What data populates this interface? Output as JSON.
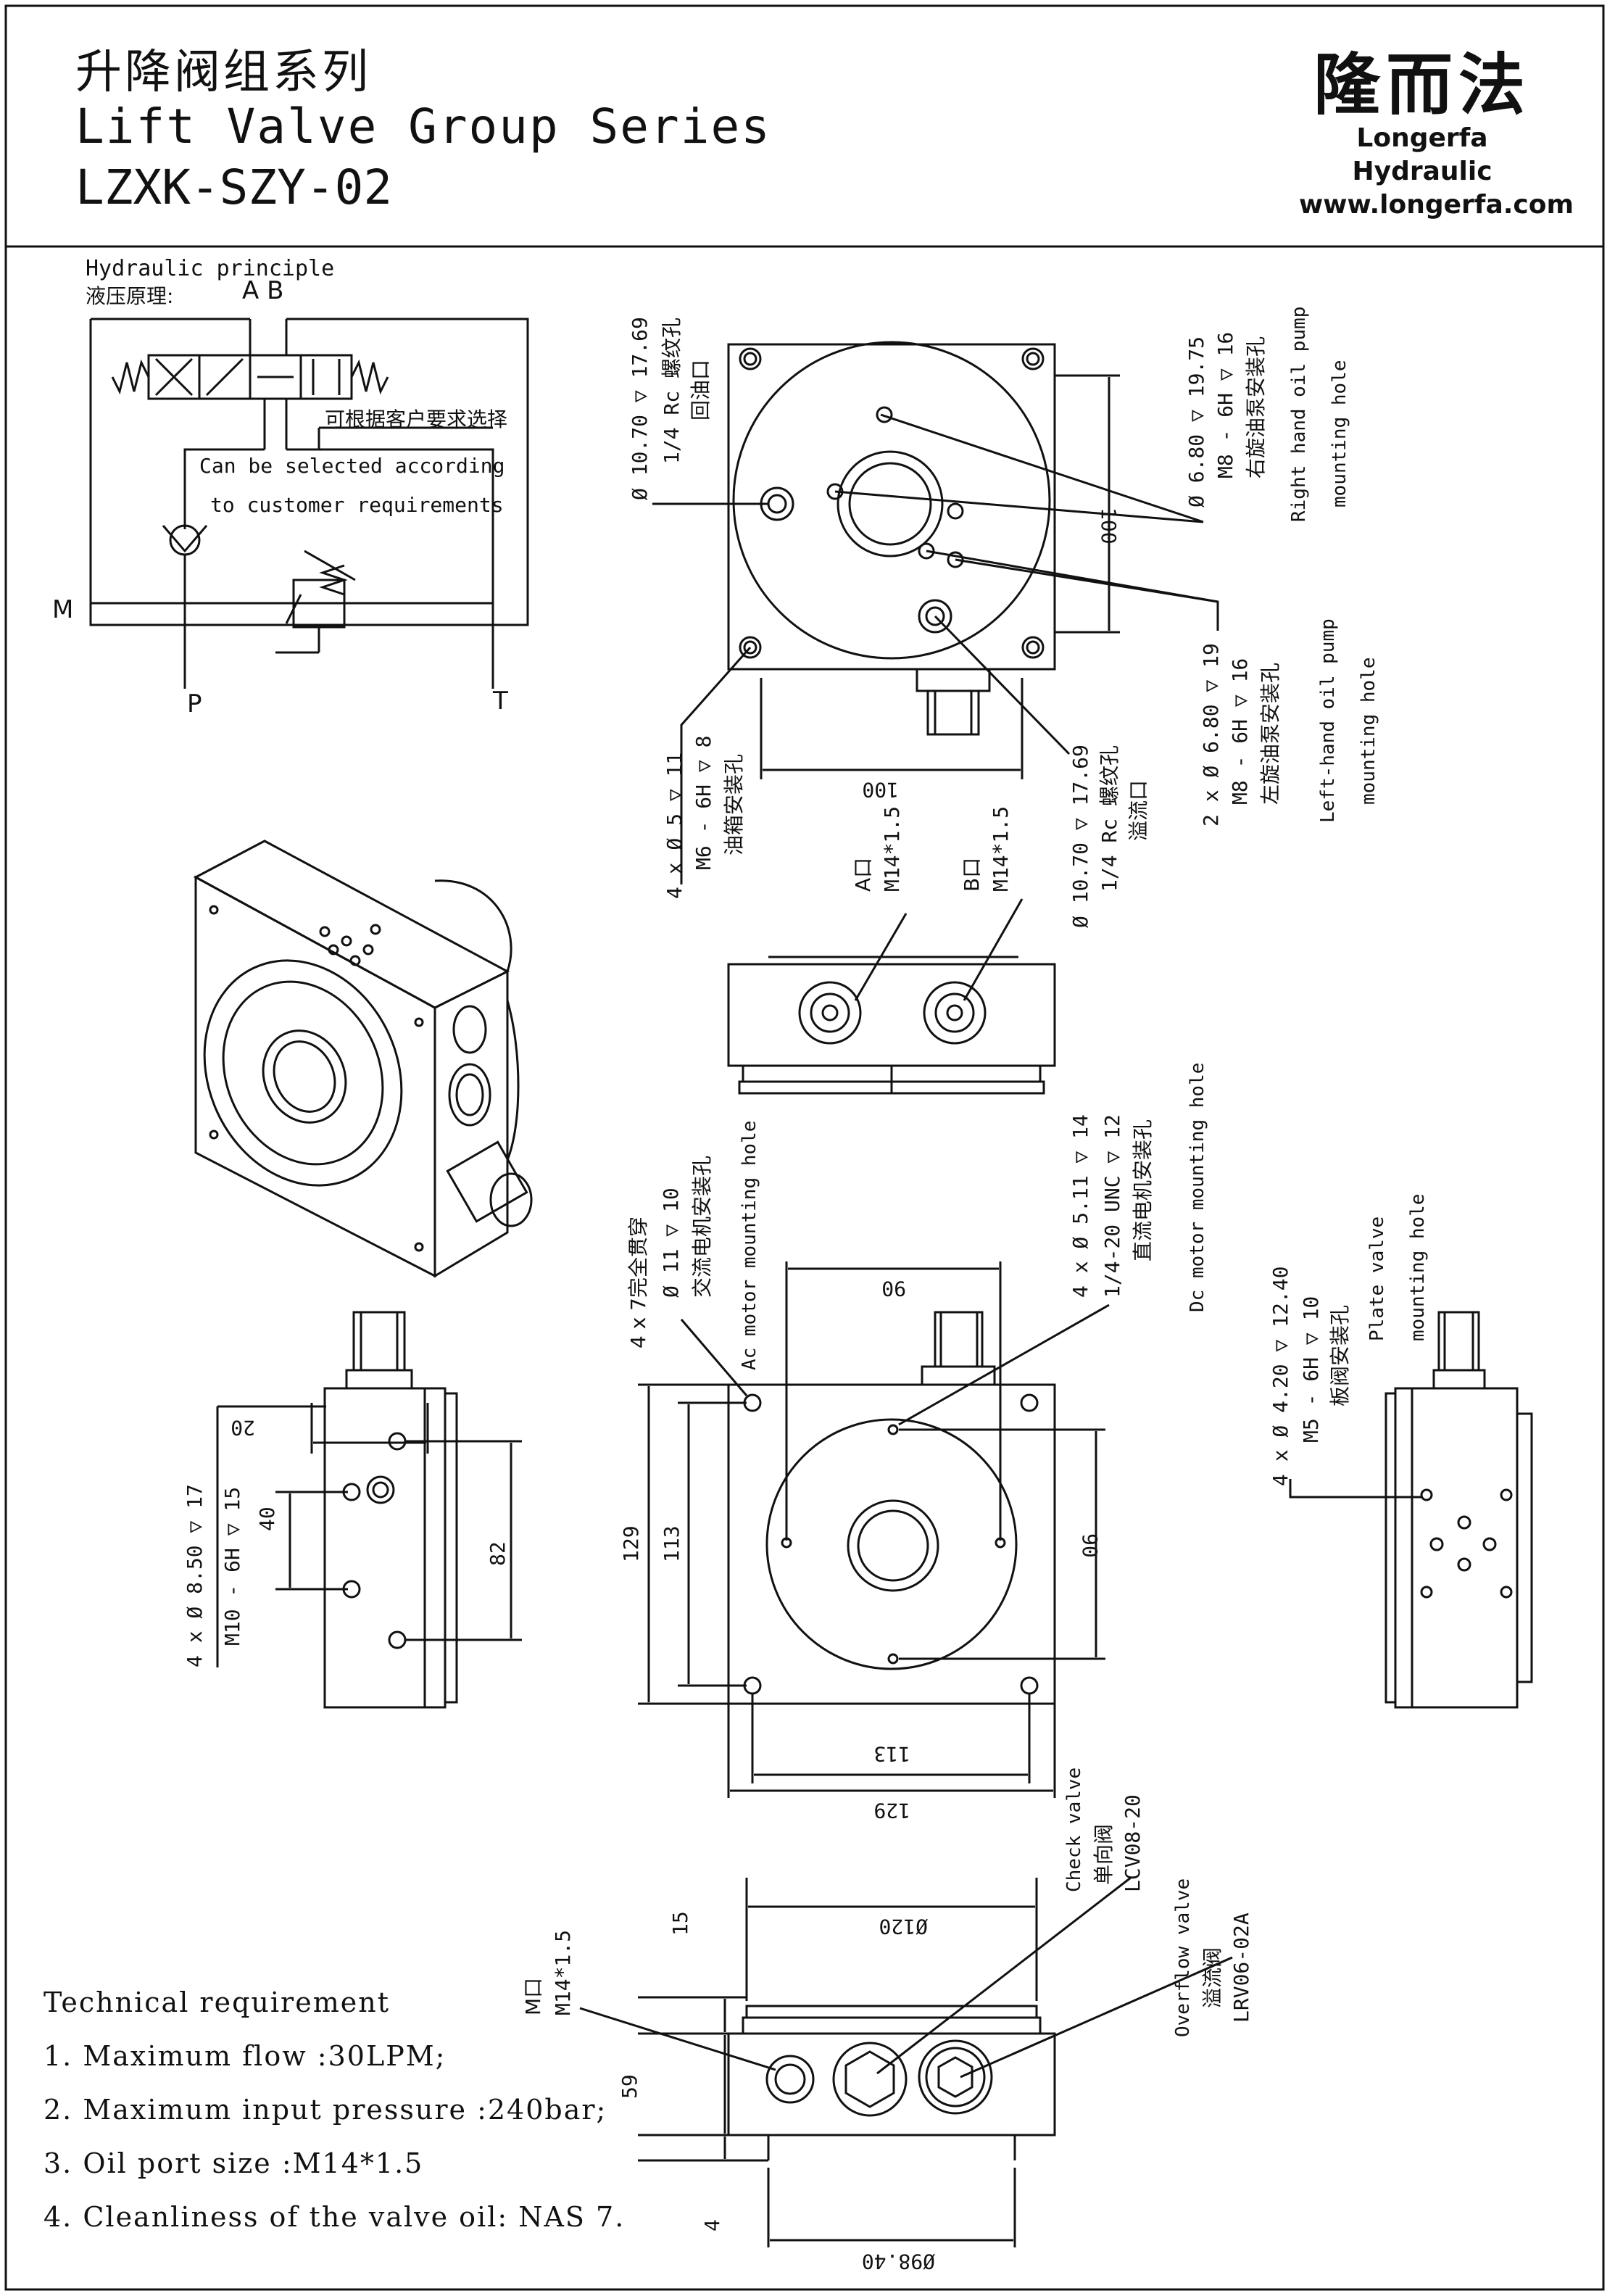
{
  "header": {
    "title_cn": "升降阀组系列",
    "title_en": "Lift Valve Group Series",
    "model": "LZXK-SZY-02",
    "logo_cn": "隆而法",
    "logo_en": "Longerfa Hydraulic",
    "logo_url": "www.longerfa.com"
  },
  "schematic": {
    "title_en": "Hydraulic principle",
    "title_cn": "液压原理:",
    "port_ab": "A B",
    "port_m": "M",
    "port_p": "P",
    "port_t": "T",
    "note_cn": "可根据客户要求选择",
    "note_en_1": "Can be selected according",
    "note_en_2": "to customer requirements"
  },
  "top_view": {
    "return_port_1": "Ø 10.70 ▽ 17.69",
    "return_port_2": "1/4 Rc 螺纹孔",
    "return_port_3": "回油口",
    "right_pump_1": "Ø 6.80 ▽ 19.75",
    "right_pump_2": "M8 - 6H ▽ 16",
    "right_pump_3": "右旋油泵安装孔",
    "right_pump_4": "Right hand oil pump",
    "right_pump_5": "mounting hole",
    "left_pump_1": "2 x Ø 6.80 ▽ 19",
    "left_pump_2": "M8 - 6H ▽ 16",
    "left_pump_3": "左旋油泵安装孔",
    "left_pump_4": "Left-hand oil pump",
    "left_pump_5": "mounting hole",
    "tank_1": "4 x Ø 5 ▽ 11",
    "tank_2": "M6 - 6H ▽ 8",
    "tank_3": "油箱安装孔",
    "dim_100_v": "100",
    "dim_100_h": "100",
    "overflow_1": "Ø 10.70 ▽ 17.69",
    "overflow_2": "1/4 Rc 螺纹孔",
    "overflow_3": "溢流口"
  },
  "front_view": {
    "port_a_1": "A口",
    "port_a_2": "M14*1.5",
    "port_b_1": "B口",
    "port_b_2": "M14*1.5"
  },
  "motor_view": {
    "ac_1": "4 x 7完全贯穿",
    "ac_2": "Ø 11 ▽ 10",
    "ac_3": "交流电机安装孔",
    "ac_4": "Ac motor mounting hole",
    "dc_1": "4 x Ø 5.11 ▽ 14",
    "dc_2": "1/4-20 UNC ▽ 12",
    "dc_3": "直流电机安装孔",
    "dc_4": "Dc motor mounting hole",
    "dim_90_top": "90",
    "dim_90_right": "90",
    "dim_129_left": "129",
    "dim_113_left": "113",
    "dim_113_bottom": "113",
    "dim_129_bottom": "129"
  },
  "left_view": {
    "dim_20": "20",
    "dim_40": "40",
    "dim_82": "82",
    "holes_1": "4 x Ø 8.50 ▽ 17",
    "holes_2": "M10 - 6H ▽ 15"
  },
  "right_view": {
    "plate_1": "4 x Ø 4.20 ▽ 12.40",
    "plate_2": "M5 - 6H ▽ 10",
    "plate_3": "板阀安装孔",
    "plate_4": "Plate valve",
    "plate_5": "mounting hole"
  },
  "bottom_view": {
    "m_port_1": "M口",
    "m_port_2": "M14*1.5",
    "check_1": "Check valve",
    "check_2": "单向阀",
    "check_3": "LCV08-20",
    "overflow_1": "Overflow valve",
    "overflow_2": "溢流阀",
    "overflow_3": "LRV06-02A",
    "dim_120": "Ø120",
    "dim_98": "Ø98.40",
    "dim_15": "15",
    "dim_59": "59",
    "dim_4": "4"
  },
  "tech": {
    "heading": "Technical requirement",
    "items": [
      "1. Maximum flow :30LPM;",
      "2. Maximum input pressure :240bar;",
      "3. Oil port size :M14*1.5",
      "4. Cleanliness of the valve oil: NAS 7."
    ]
  }
}
